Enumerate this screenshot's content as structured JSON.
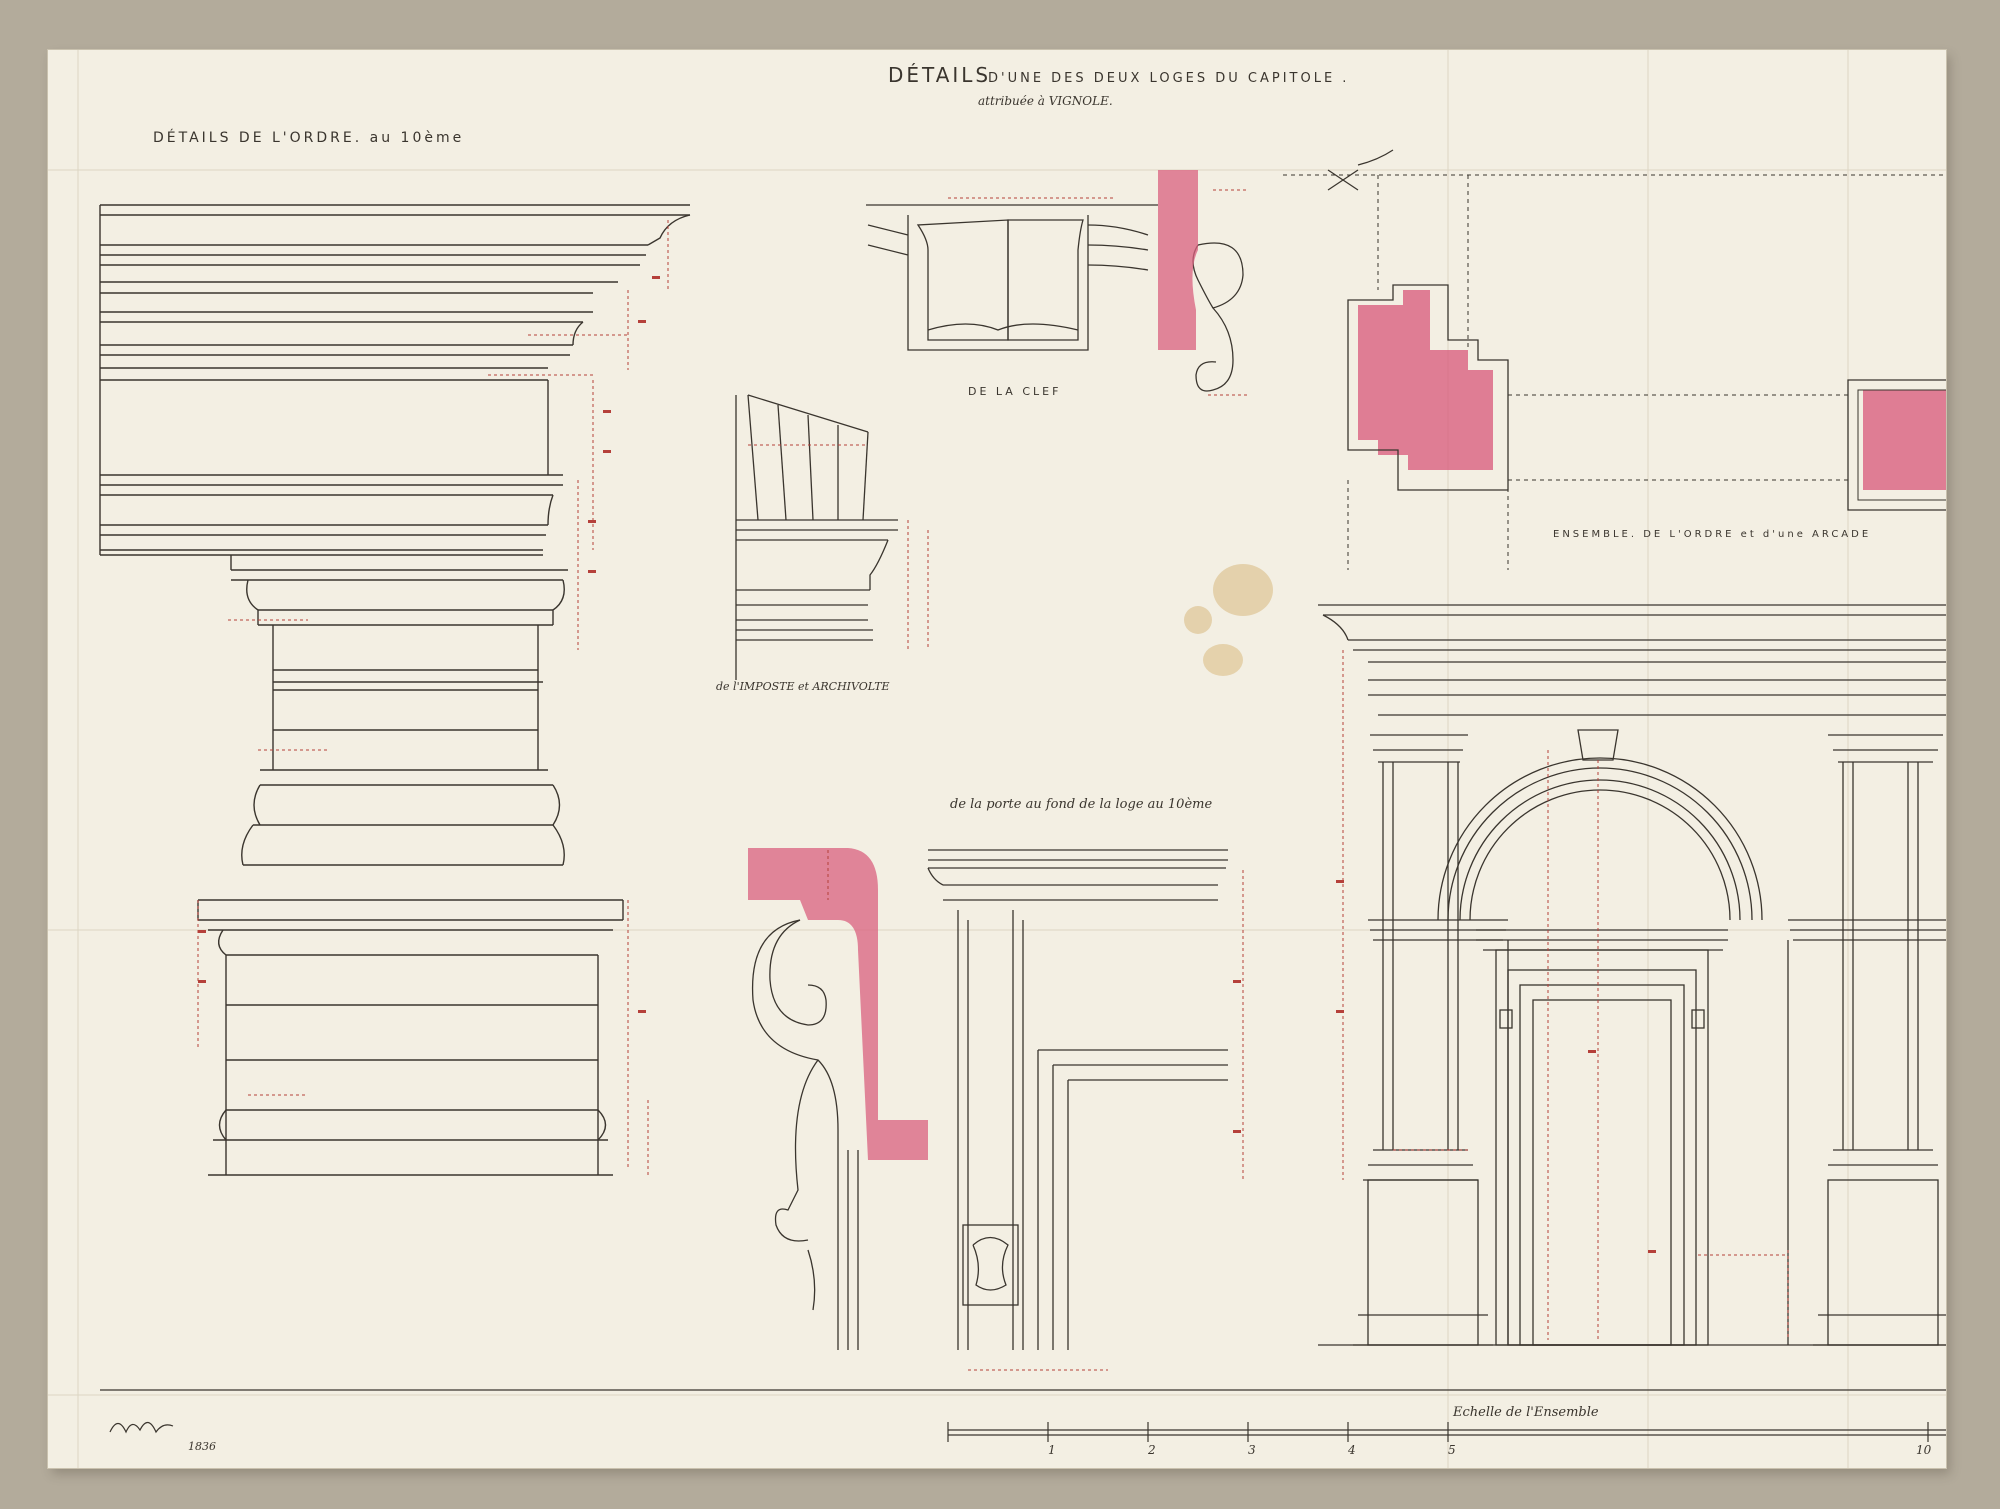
{
  "sheet": {
    "title_line1_a": "DÉTAILS",
    "title_line1_b": "D'UNE DES DEUX LOGES DU CAPITOLE .",
    "title_line2": "attribuée à VIGNOLE.",
    "order_title": "DÉTAILS DE L'ORDRE. au 10ème",
    "clef_caption": "DE LA CLEF",
    "imposte_caption": "de l'IMPOSTE et ARCHIVOLTE",
    "porte_caption": "de la porte au fond de la loge au 10ème",
    "ensemble_caption": "ENSEMBLE. DE L'ORDRE et d'une ARCADE",
    "scale_caption": "Echelle de l'Ensemble",
    "signature_year": "1836",
    "scale_numbers": [
      "1",
      "2",
      "3",
      "4",
      "5",
      "10"
    ]
  },
  "colors": {
    "paper": "#f3efe3",
    "ink": "#3a352e",
    "red_dimension": "#b5403a",
    "pink_wash": "#d9607f",
    "mat": "#b3ab9b"
  }
}
